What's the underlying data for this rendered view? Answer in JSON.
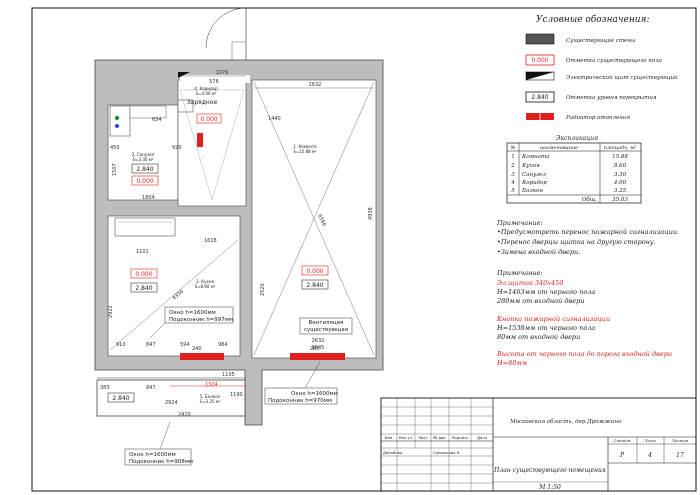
{
  "legend": {
    "title": "Условные обозначения:",
    "items": [
      {
        "label": "Существующие стены"
      },
      {
        "label": "Отметка существующего пола",
        "value": "0.000"
      },
      {
        "label": "Электрический щит существующий"
      },
      {
        "label": "Отметка уровня перекрытия",
        "value": "2.840"
      },
      {
        "label": "Радиатор отопления"
      }
    ]
  },
  "explication": {
    "title": "Экспликация",
    "headers": [
      "№",
      "наименование",
      "площадь, м²"
    ],
    "rows": [
      {
        "n": "1",
        "name": "Комната",
        "area": "15.88"
      },
      {
        "n": "2",
        "name": "Кухня",
        "area": "8.60"
      },
      {
        "n": "3",
        "name": "Санузел",
        "area": "3.30"
      },
      {
        "n": "4",
        "name": "Коридор",
        "area": "4.00"
      },
      {
        "n": "5",
        "name": "Балкон",
        "area": "3.25"
      }
    ],
    "total_label": "Общ.",
    "total_value": "35.03"
  },
  "notes1": {
    "title": "Примечание:",
    "lines": [
      "•Предусмотреть перенос пожарной сигнализации.",
      "•Перенос дверцы щитка на другую сторону.",
      "•Замена входной двери."
    ]
  },
  "notes2": {
    "title": "Примечание:",
    "shield_title": "Эл.щиток 340х450",
    "shield_lines": [
      "H=1463мм от черного пола",
      "280мм от входной двери"
    ],
    "fire_title": "Кнопка пожарной сигнализации",
    "fire_lines": [
      "H=1538мм от черного пола",
      "80мм от входной двери"
    ],
    "threshold_lines": [
      "Высота от черного пола до порога входной двери",
      "H=80мм"
    ]
  },
  "plan": {
    "room1": {
      "label": "1. Комната",
      "area": "S=15.88 м²",
      "floor": "0.000",
      "ceiling": "2.840"
    },
    "room2": {
      "label": "2. Кухня",
      "area": "S=8.60 м²",
      "floor": "0.000",
      "ceiling": "2.840"
    },
    "room3": {
      "label": "3. Санузел",
      "area": "S=3.30 м²",
      "floor": "0.000",
      "ceiling": "2.840"
    },
    "room4": {
      "label": "4. Коридор",
      "area": "S=4.00 м²",
      "floor": "0.000"
    },
    "room5": {
      "label": "5. Балкон",
      "area": "S=3.25 м²",
      "ceiling": "2.840"
    },
    "vent": [
      "Вентиляция",
      "существующая"
    ],
    "callout_kitchen": [
      "Окно h=1600мм",
      "Подоконник h=997мм"
    ],
    "callout_room": [
      "Окно h=1600мм",
      "Подоконник h=970мм"
    ],
    "callout_balcony": [
      "Окно h=1600мм",
      "Подоконник h=908мм"
    ],
    "wc_label": "Зарядное",
    "radiator_labels": [
      "240",
      "280"
    ],
    "dims": {
      "top_room": "2632",
      "top_corr": "1076",
      "corr_w": "576",
      "room_h": "4938",
      "room_diag": "6586",
      "room_side": "1440",
      "kitchen_w": "2520",
      "kitchen_diag": "4356",
      "kitchen_h": "2922",
      "kit_a": "910",
      "kit_b": "847",
      "kit_c": "594",
      "kit_d": "984",
      "kit_e": "1101",
      "kit_f": "1618",
      "wc_a": "450",
      "wc_b": "634",
      "wc_c": "1507",
      "wc_d": "1804",
      "wc_e": "920",
      "bal_a": "383",
      "bal_b": "847",
      "bal_c": "1105",
      "bal_d": "2924",
      "bal_e": "2420",
      "bal_f": "1324",
      "bal_g": "1190",
      "room_bottom": "1645",
      "room_bottom2": "2632"
    }
  },
  "title_block": {
    "cols": [
      "Изм.",
      "Кол.уч.",
      "Лист",
      "№ док.",
      "Подпись",
      "Дата"
    ],
    "role": "Дизайнер",
    "person": "Сапожкова Н.",
    "address": "Московская область, дер.Дрожжино",
    "headers": [
      "Стадия",
      "Лист",
      "Листов"
    ],
    "stage": "Р",
    "sheet": "4",
    "sheets": "17",
    "drawing_title": "План существующего помещения",
    "scale": "М 1:50"
  }
}
